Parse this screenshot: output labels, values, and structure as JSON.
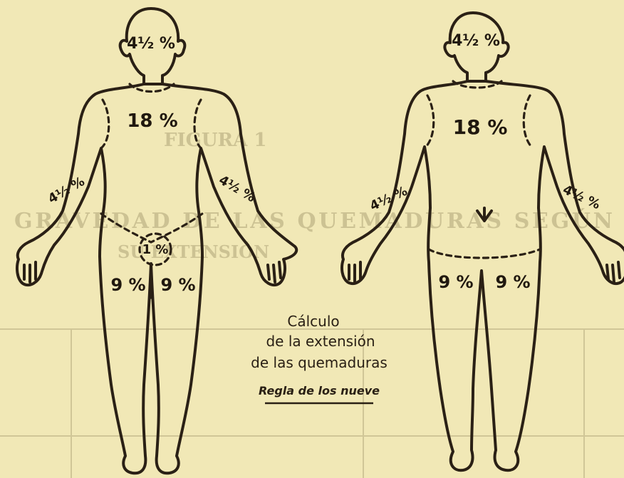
{
  "figure": {
    "front": {
      "head": "4½ %",
      "trunk": "18 %",
      "arm_right": "4½ %",
      "arm_left": "4½ %",
      "genital": "1 %",
      "leg_right": "9 %",
      "leg_left": "9 %"
    },
    "back": {
      "head": "4½ %",
      "trunk": "18 %",
      "arm_left": "4½ %",
      "arm_right": "4½ %",
      "leg_left": "9 %",
      "leg_right": "9 %"
    },
    "caption": {
      "line1": "Cálculo",
      "line2": "de la extensión",
      "line3": "de las quemaduras",
      "subtitle": "Regla de los nueve"
    },
    "bleed_through": {
      "heading": "FIGURA 1",
      "line1": "GRAVEDAD DE LAS QUEMADURAS SEGÚN",
      "line2": "SU EXTENSIÓN"
    }
  },
  "colors": {
    "paper": "#f1e8b6",
    "ink": "#2a2015",
    "bleed": "#a99d72"
  }
}
